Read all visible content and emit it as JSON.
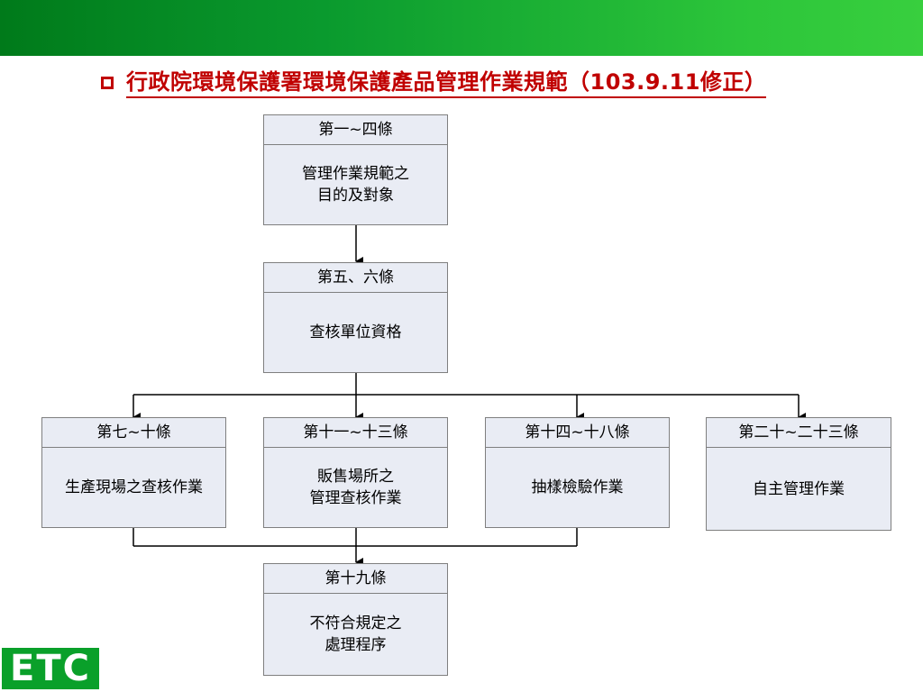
{
  "header": {
    "title": "行政院環境保護署環境保護產品管理作業規範（103.9.11修正）"
  },
  "nodes": {
    "n1": {
      "head": "第一~四條",
      "body": "管理作業規範之\n目的及對象"
    },
    "n2": {
      "head": "第五、六條",
      "body": "查核單位資格"
    },
    "n3": {
      "head": "第七~十條",
      "body": "生產現場之查核作業"
    },
    "n4": {
      "head": "第十一~十三條",
      "body": "販售場所之\n管理查核作業"
    },
    "n5": {
      "head": "第十四~十八條",
      "body": "抽樣檢驗作業"
    },
    "n6": {
      "head": "第二十~二十三條",
      "body": "自主管理作業"
    },
    "n7": {
      "head": "第十九條",
      "body": "不符合規定之\n處理程序"
    }
  },
  "logo": {
    "text": "ETC"
  },
  "colors": {
    "accent": "#c00000",
    "box_fill": "#e9ecf4",
    "brand_green": "#0aa02a"
  }
}
